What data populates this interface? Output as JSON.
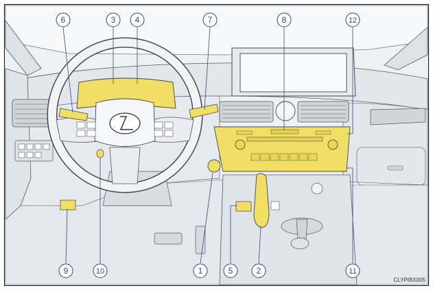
{
  "figure_code": "CLYPIBX005",
  "colors": {
    "background": "#ffffff",
    "border": "#222222",
    "line_art": "#555555",
    "interior_fill": "#e9edf1",
    "highlight": "#f0df64",
    "callout": "#2a4d7a"
  },
  "callouts": [
    {
      "id": "1",
      "label": "1"
    },
    {
      "id": "2",
      "label": "2"
    },
    {
      "id": "3",
      "label": "3"
    },
    {
      "id": "4",
      "label": "4"
    },
    {
      "id": "5",
      "label": "5"
    },
    {
      "id": "6",
      "label": "6"
    },
    {
      "id": "7",
      "label": "7"
    },
    {
      "id": "8",
      "label": "8"
    },
    {
      "id": "9",
      "label": "9"
    },
    {
      "id": "10",
      "label": "10"
    },
    {
      "id": "11",
      "label": "11"
    },
    {
      "id": "12",
      "label": "12"
    }
  ]
}
